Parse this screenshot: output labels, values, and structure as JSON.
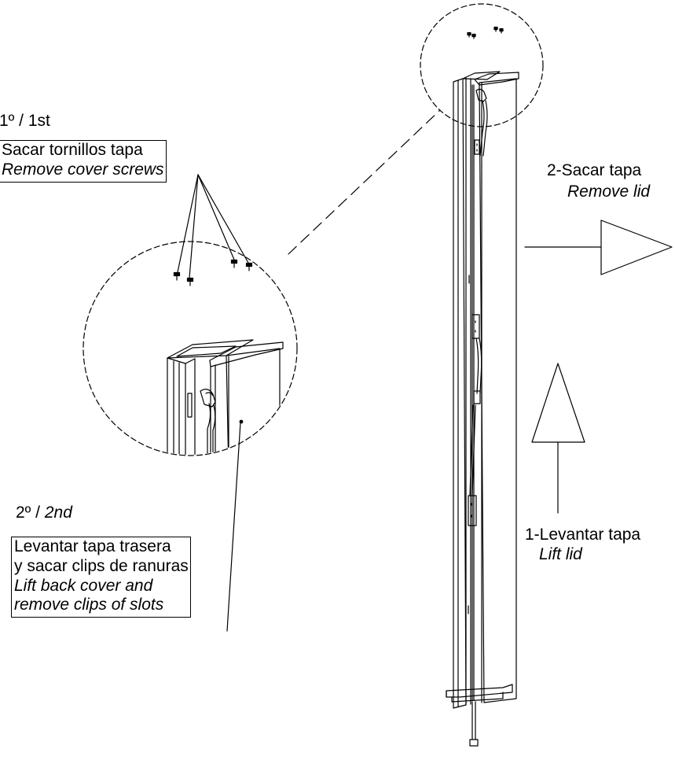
{
  "step1": {
    "number": "1º / 1st",
    "label_es": "Sacar tornillos tapa",
    "label_en": "Remove cover screws"
  },
  "step2": {
    "number_es": "2º /",
    "number_en": "2nd",
    "line1_es": "Levantar tapa trasera",
    "line2_es": "y sacar clips de ranuras",
    "line1_en": "Lift back cover and",
    "line2_en": "remove clips of slots"
  },
  "lift": {
    "label_es": "1-Levantar tapa",
    "label_en": "Lift lid"
  },
  "remove": {
    "label_es": "2-Sacar tapa",
    "label_en": "Remove lid"
  },
  "colors": {
    "line": "#000000",
    "background": "#ffffff"
  }
}
